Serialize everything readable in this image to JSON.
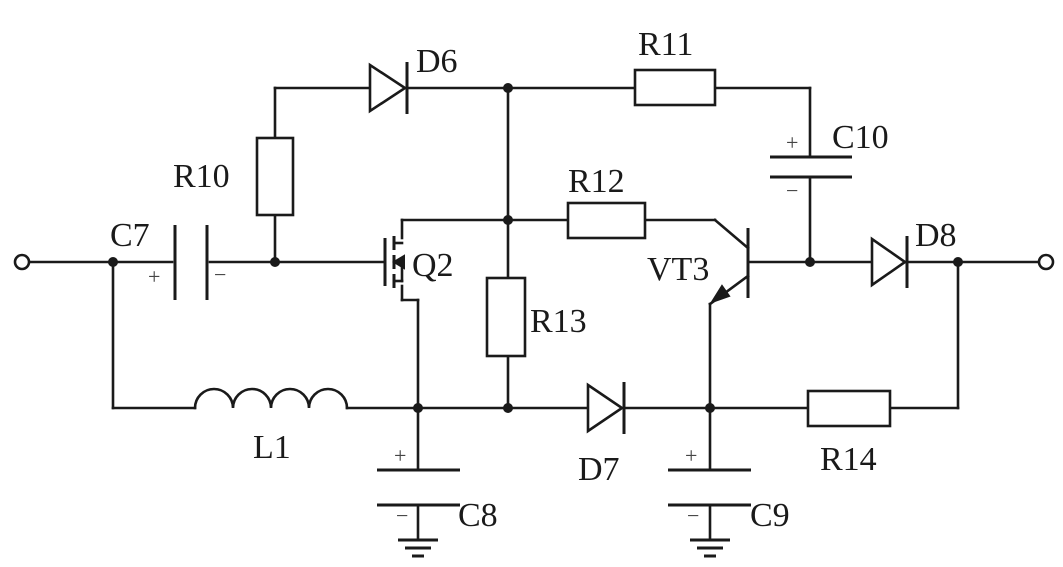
{
  "labels": {
    "D6": "D6",
    "R11": "R11",
    "C10": "C10",
    "R10": "R10",
    "R12": "R12",
    "C7": "C7",
    "Q2": "Q2",
    "VT3": "VT3",
    "D8": "D8",
    "R13": "R13",
    "L1": "L1",
    "D7": "D7",
    "R14": "R14",
    "C8": "C8",
    "C9": "C9"
  },
  "polarity": {
    "plus": "+",
    "minus": "−"
  }
}
